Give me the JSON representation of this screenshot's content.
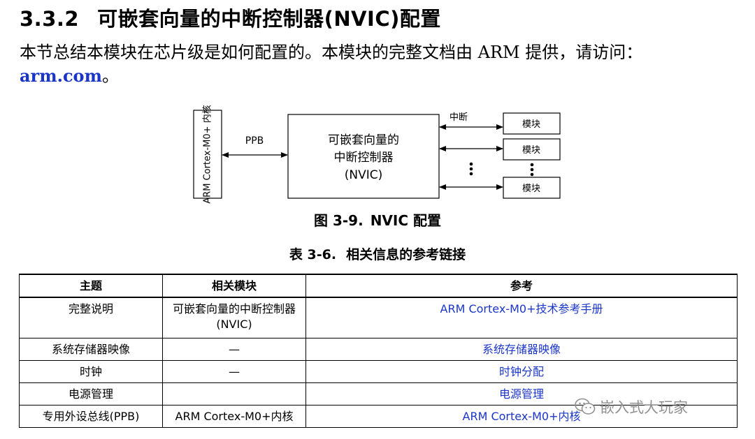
{
  "heading": {
    "number": "3.3.2",
    "title": "可嵌套向量的中断控制器(NVIC)配置"
  },
  "paragraph": {
    "text_before": "本节总结本模块在芯片级是如何配置的。本模块的完整文档由 ARM 提供，请访问：",
    "link": "arm.com",
    "text_after": "。"
  },
  "diagram": {
    "core_box": "ARM Cortex-M0+ 内核",
    "bus_label": "PPB",
    "nvic_box": [
      "可嵌套向量的",
      "中断控制器",
      "(NVIC)"
    ],
    "interrupt_label": "中断",
    "module_label": "模块"
  },
  "figure_caption": {
    "number": "图 3-9.",
    "title": "NVIC 配置"
  },
  "table_caption": {
    "number": "表 3-6.",
    "title": "相关信息的参考链接"
  },
  "table": {
    "headers": [
      "主题",
      "相关模块",
      "参考"
    ],
    "rows": [
      {
        "topic": "完整说明",
        "module": "可嵌套向量的中断控制器(NVIC)",
        "reference": "ARM Cortex-M0+技术参考手册"
      },
      {
        "topic": "系统存储器映像",
        "module": "—",
        "reference": "系统存储器映像"
      },
      {
        "topic": "时钟",
        "module": "—",
        "reference": "时钟分配"
      },
      {
        "topic": "电源管理",
        "module": "",
        "reference": "电源管理"
      },
      {
        "topic": "专用外设总线(PPB)",
        "module": "ARM Cortex-M0+内核",
        "reference": "ARM Cortex-M0+内核"
      }
    ]
  },
  "watermark": {
    "text": "嵌入式大玩家",
    "icon": "wechat-icon"
  },
  "colors": {
    "link": "#1a35c8",
    "watermark": "#909090"
  }
}
